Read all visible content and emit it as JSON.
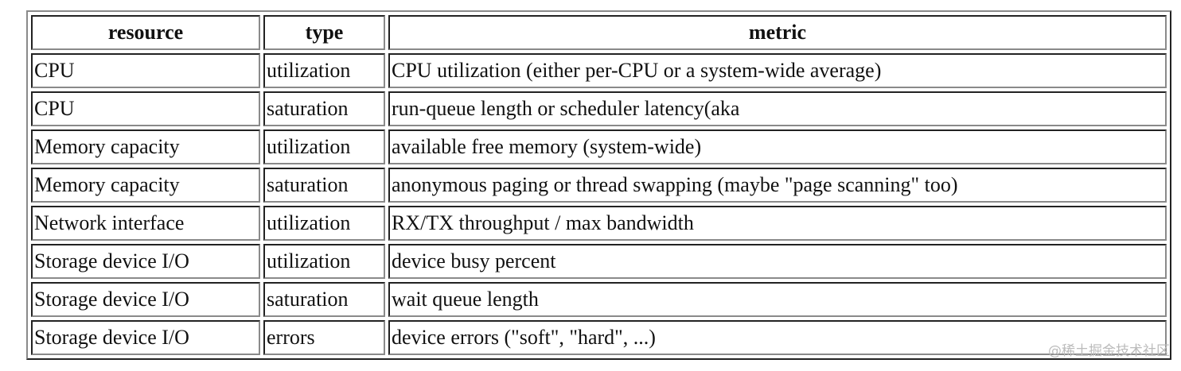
{
  "headers": [
    "resource",
    "type",
    "metric"
  ],
  "rows": [
    [
      "CPU",
      "utilization",
      "CPU utilization (either per-CPU or a system-wide average)"
    ],
    [
      "CPU",
      "saturation",
      "run-queue length or scheduler latency(aka"
    ],
    [
      "Memory capacity",
      "utilization",
      "available free memory (system-wide)"
    ],
    [
      "Memory capacity",
      "saturation",
      "anonymous paging or thread swapping (maybe \"page scanning\" too)"
    ],
    [
      "Network interface",
      "utilization",
      "RX/TX throughput / max bandwidth"
    ],
    [
      "Storage device I/O",
      "utilization",
      "device busy percent"
    ],
    [
      "Storage device I/O",
      "saturation",
      "wait queue length"
    ],
    [
      "Storage device I/O",
      "errors",
      "device errors (\"soft\", \"hard\", ...)"
    ]
  ],
  "watermark": "@稀土掘金技术社区"
}
